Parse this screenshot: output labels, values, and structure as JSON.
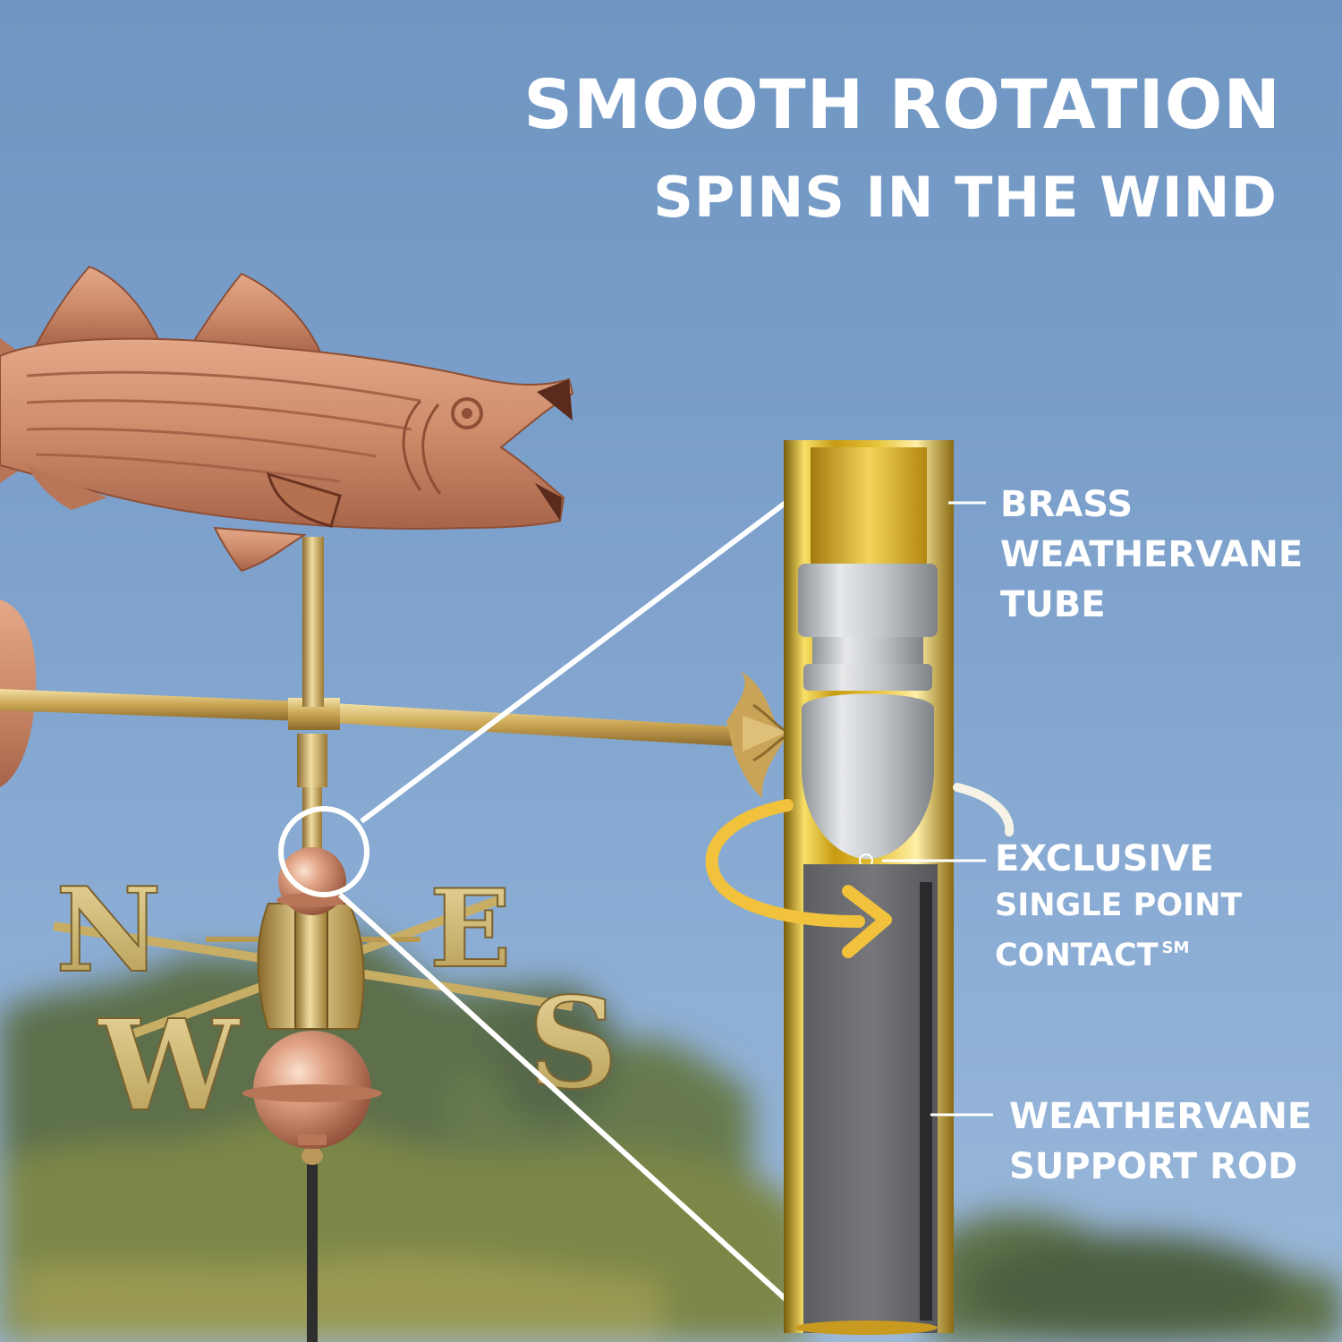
{
  "headline": {
    "line1": "SMOOTH ROTATION",
    "line2": "SPINS IN THE WIND"
  },
  "callouts": {
    "brass_tube": [
      "BRASS",
      "WEATHERVANE",
      "TUBE"
    ],
    "contact": [
      "EXCLUSIVE",
      "SINGLE POINT",
      "CONTACT"
    ],
    "contact_mark": "SM",
    "support_rod": [
      "WEATHERVANE",
      "SUPPORT ROD"
    ]
  },
  "compass_letters": {
    "north": "N",
    "east": "E",
    "west": "W",
    "south": "S"
  },
  "colors": {
    "sky": "#7fa3cd",
    "copper": "#c98866",
    "brass": "#d8b84a",
    "steel": "#b9bcc0",
    "rod": "#6d6f72",
    "arrow": "#f2c23c"
  },
  "icons": {
    "rotation": "curved-arrow-icon"
  }
}
